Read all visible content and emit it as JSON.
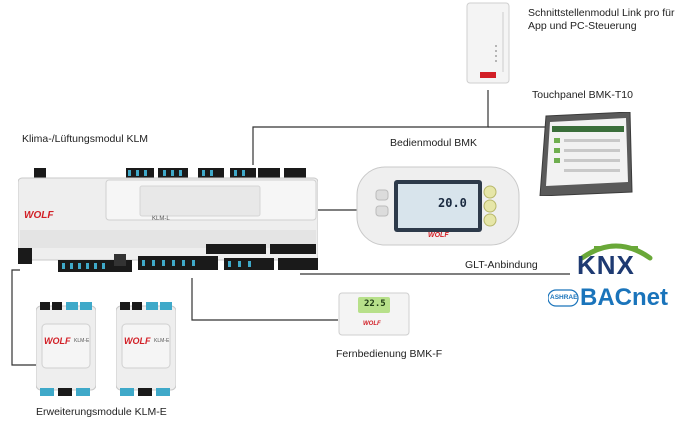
{
  "labels": {
    "klm": "Klima-/Lüftungsmodul KLM",
    "bmk": "Bedienmodul BMK",
    "link_line1": "Schnittstellenmodul Link pro für",
    "link_line2": "App und PC-Steuerung",
    "touch": "Touchpanel BMK-T10",
    "glt": "GLT-Anbindung",
    "fern": "Fernbedienung BMK-F",
    "erw": "Erweiterungsmodule KLM-E"
  },
  "devices": {
    "brand": "WOLF",
    "klm_model": "KLM-L",
    "klme_model": "KLM-E",
    "bmk_temperature": "20.0",
    "fern_display": "22.5",
    "knx_logo": "KNX",
    "bacnet_logo": "BACnet",
    "ashrae": "ASHRAE"
  },
  "colors": {
    "knx_green": "#69a838",
    "knx_blue": "#1e3a72",
    "bacnet_blue": "#1a74bb",
    "wolf_red": "#d21f26"
  }
}
